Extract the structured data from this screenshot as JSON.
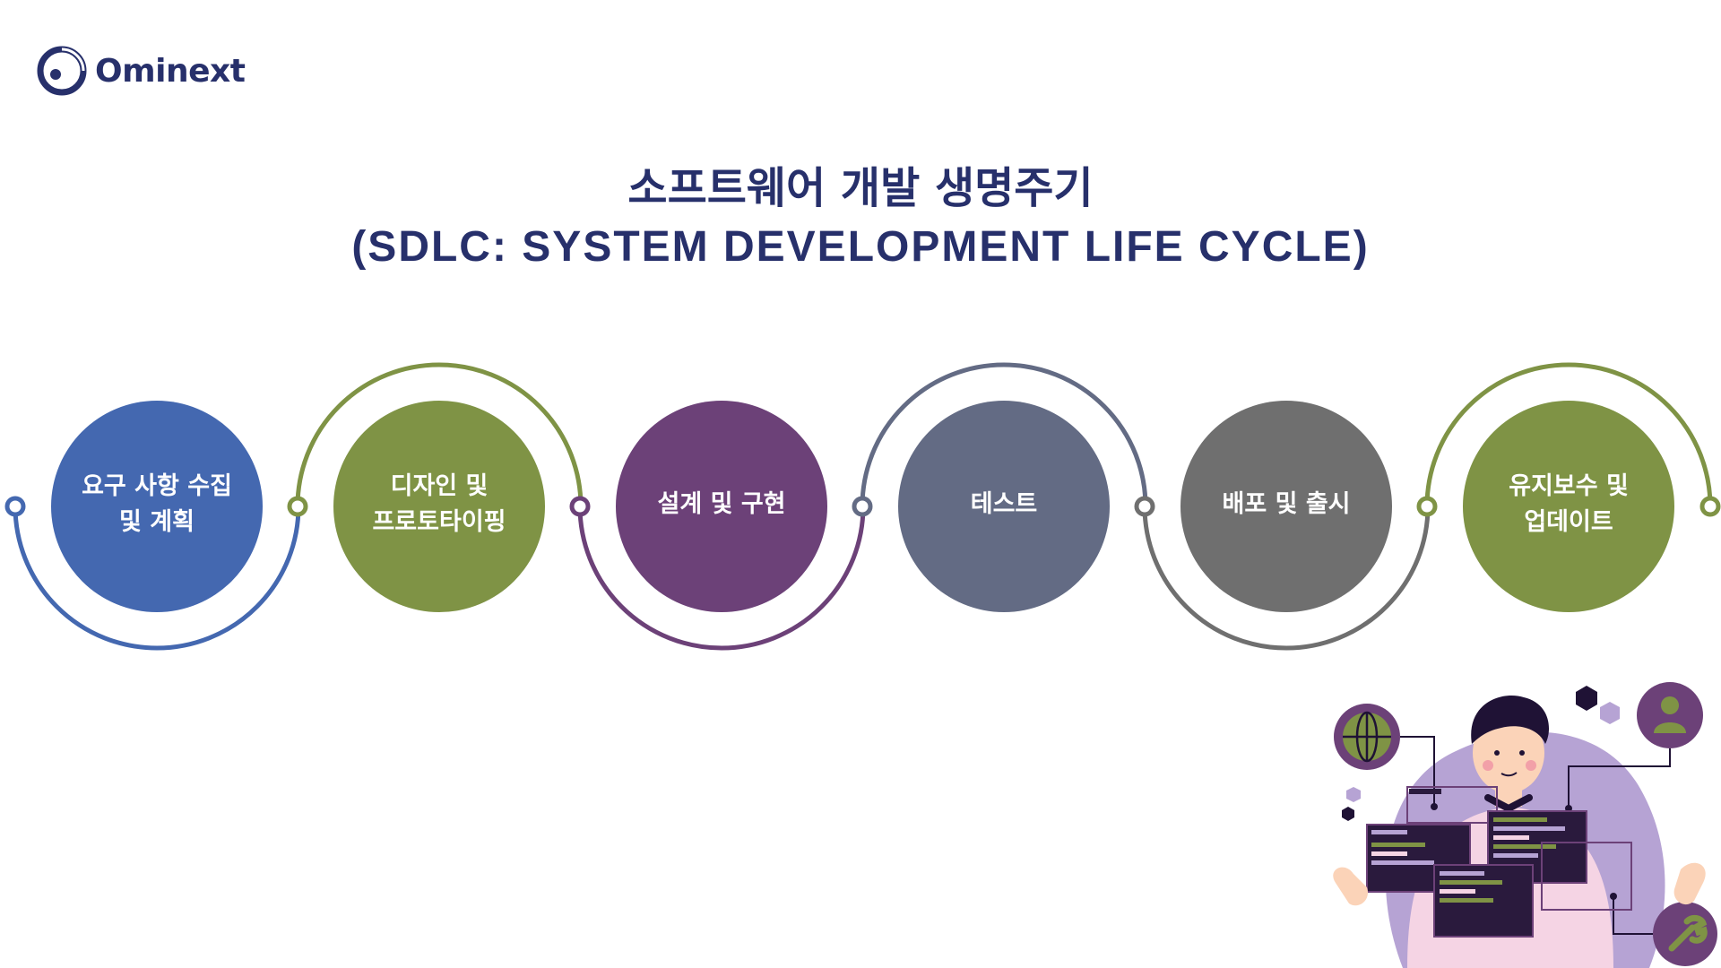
{
  "brand": {
    "name": "Ominext",
    "color": "#27306b"
  },
  "title": {
    "korean": "소프트웨어 개발 생명주기",
    "english": "(SDLC: SYSTEM DEVELOPMENT LIFE CYCLE)"
  },
  "steps": [
    {
      "line1": "요구 사항 수집",
      "line2": "및 계획",
      "color": "#4468b0",
      "arc": "bottom"
    },
    {
      "line1": "디자인 및",
      "line2": "프로토타이핑",
      "color": "#7f9345",
      "arc": "top"
    },
    {
      "line1": "설계 및 구현",
      "line2": "",
      "color": "#6c4178",
      "arc": "bottom"
    },
    {
      "line1": "테스트",
      "line2": "",
      "color": "#636b84",
      "arc": "top"
    },
    {
      "line1": "배포 및 출시",
      "line2": "",
      "color": "#6f6f6f",
      "arc": "bottom"
    },
    {
      "line1": "유지보수 및",
      "line2": "업데이트",
      "color": "#7f9345",
      "arc": "top"
    }
  ],
  "illustration": {
    "icons": [
      "globe-icon",
      "user-icon",
      "wrench-icon",
      "code-window-icon"
    ],
    "colors": {
      "blob": "#b6a3d4",
      "shirt": "#f5d4e4",
      "hair": "#1f1235",
      "window": "#2a1a3d",
      "accent_green": "#7f9345",
      "accent_purple": "#6c4178"
    }
  }
}
